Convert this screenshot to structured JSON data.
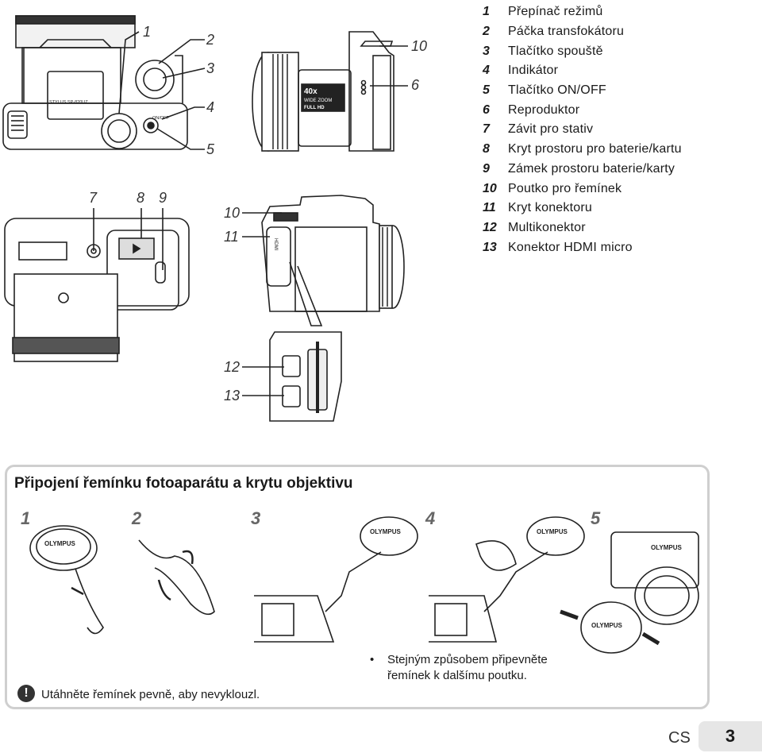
{
  "parts": [
    {
      "num": "1",
      "label": "Přepínač režimů"
    },
    {
      "num": "2",
      "label": "Páčka transfokátoru"
    },
    {
      "num": "3",
      "label": "Tlačítko spouště"
    },
    {
      "num": "4",
      "label": "Indikátor"
    },
    {
      "num": "5",
      "label": "Tlačítko ON/OFF"
    },
    {
      "num": "6",
      "label": "Reproduktor"
    },
    {
      "num": "7",
      "label": "Závit pro stativ"
    },
    {
      "num": "8",
      "label": "Kryt prostoru pro baterie/kartu"
    },
    {
      "num": "9",
      "label": "Zámek prostoru baterie/karty"
    },
    {
      "num": "10",
      "label": "Poutko pro řemínek"
    },
    {
      "num": "11",
      "label": "Kryt konektoru"
    },
    {
      "num": "12",
      "label": "Multikonektor"
    },
    {
      "num": "13",
      "label": "Konektor HDMI micro"
    }
  ],
  "callouts": {
    "top_view": [
      "1",
      "2",
      "3",
      "4",
      "5"
    ],
    "side_view": [
      "10",
      "6"
    ],
    "bottom_view": [
      "7",
      "8",
      "9"
    ],
    "right_view": [
      "10",
      "11"
    ],
    "connector_view": [
      "12",
      "13"
    ]
  },
  "camera_labels": {
    "model": "STYLUS SP-820UZ",
    "zoom_badge_1": "40x",
    "zoom_badge_2": "WIDE ZOOM",
    "zoom_badge_3": "FULL HD",
    "on_off": "ON/OFF",
    "hdmi": "HDMI",
    "brand": "OLYMPUS"
  },
  "strap_section": {
    "title": "Připojení řemínku fotoaparátu a krytu objektivu",
    "steps": [
      "1",
      "2",
      "3",
      "4",
      "5"
    ],
    "warning_text": "Utáhněte řemínek pevně, aby nevyklouzl.",
    "bullet_text_line1": "Stejným způsobem připevněte",
    "bullet_text_line2": "řemínek k dalšímu poutku.",
    "warning_icon": "exclamation-icon"
  },
  "footer": {
    "lang": "CS",
    "page": "3"
  }
}
